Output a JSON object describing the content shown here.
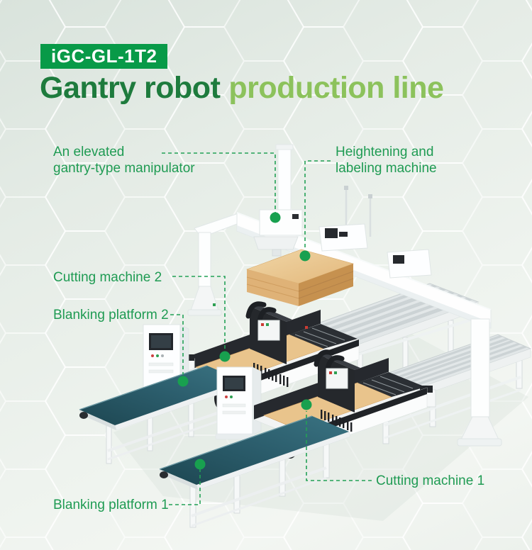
{
  "header": {
    "badge": "iGC-GL-1T2",
    "title_primary": "Gantry robot",
    "title_secondary": "production line"
  },
  "callouts": [
    {
      "id": "elevated-gantry-manipulator",
      "label": "An elevated\ngantry-type manipulator"
    },
    {
      "id": "heightening-labeling-machine",
      "label": "Heightening and\nlabeling machine"
    },
    {
      "id": "cutting-machine-2",
      "label": "Cutting machine 2"
    },
    {
      "id": "blanking-platform-2",
      "label": "Blanking platform 2"
    },
    {
      "id": "cutting-machine-1",
      "label": "Cutting machine 1"
    },
    {
      "id": "blanking-platform-1",
      "label": "Blanking platform 1"
    }
  ],
  "illustration": {
    "description": "Isometric 3D rendering of a gantry robot production line",
    "components": [
      "elevated gantry-type manipulator",
      "heightening and labeling machine",
      "wood board stack",
      "cutting machine 1",
      "cutting machine 2",
      "blanking platform 1",
      "blanking platform 2",
      "control cabinets",
      "roller conveyors"
    ]
  },
  "colors": {
    "badge_green": "#089a48",
    "title_dark_green": "#1e7b3d",
    "title_light_green": "#8cc25c",
    "callout_green": "#1f9b53",
    "dot_green": "#18a04f",
    "platform_teal": "#2c5e6d",
    "wood_tan": "#e9c48c",
    "machine_black": "#25282c",
    "machine_white": "#fbfcfc",
    "conveyor_gray": "#ccd3d5",
    "background_tint": "#e9efe9"
  }
}
